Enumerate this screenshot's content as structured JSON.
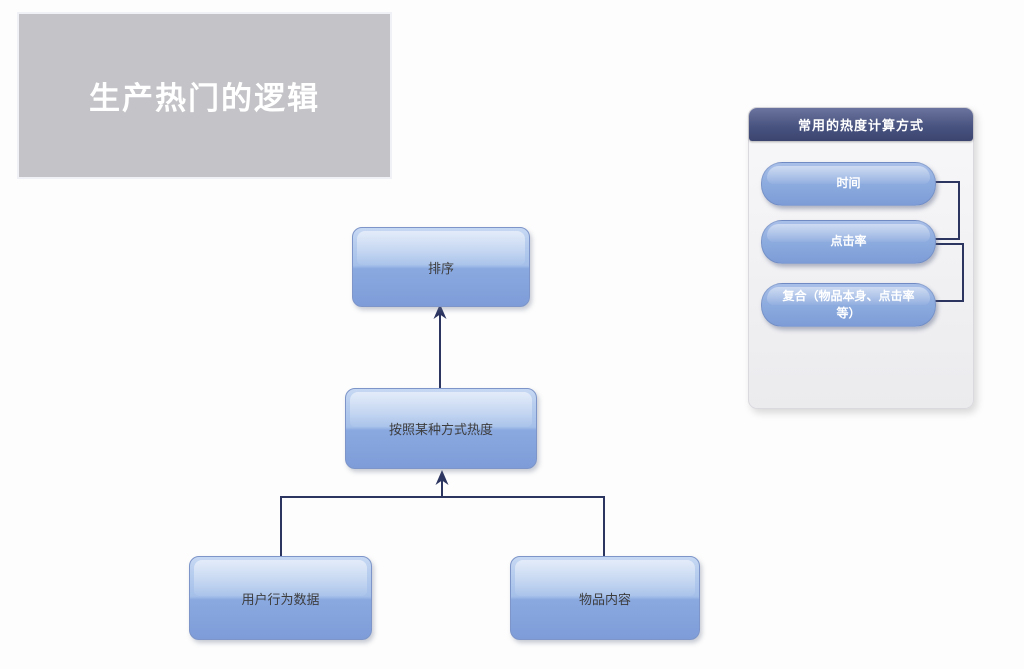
{
  "title": {
    "text": "生产热门的逻辑"
  },
  "flowchart": {
    "nodes": [
      {
        "id": "sort",
        "label": "排序"
      },
      {
        "id": "heat-method",
        "label": "按照某种方式热度"
      },
      {
        "id": "user-behavior-data",
        "label": "用户行为数据"
      },
      {
        "id": "item-content",
        "label": "物品内容"
      }
    ],
    "edges": [
      {
        "from": "heat-method",
        "to": "sort",
        "arrow": true
      },
      {
        "from": "user-behavior-data",
        "to": "heat-method",
        "arrow": true
      },
      {
        "from": "item-content",
        "to": "heat-method",
        "arrow": true
      }
    ]
  },
  "panel": {
    "header": "常用的热度计算方式",
    "items": [
      {
        "label": "时间"
      },
      {
        "label": "点击率"
      },
      {
        "label": "复合（物品本身、点击率等）"
      }
    ],
    "links": [
      {
        "from": "时间",
        "to": "点击率"
      },
      {
        "from": "点击率",
        "to": "复合（物品本身、点击率等）"
      }
    ]
  },
  "colors": {
    "page_bg": "#fdfdfd",
    "title_bg": "#c4c4c8",
    "title_text": "#ffffff",
    "node_fill_top": "#c6d8f3",
    "node_fill_bottom": "#7e9cd8",
    "node_border": "#7d95c8",
    "node_text": "#3d3d3d",
    "pill_fill_top": "#a9c0e9",
    "pill_fill_bottom": "#7d9cd7",
    "pill_text": "#ffffff",
    "panel_header_top": "#6a749e",
    "panel_header_bottom": "#3a446f",
    "panel_header_text": "#ffffff",
    "panel_body_bg": "#f2f2f4",
    "connector": "#2b3560"
  }
}
